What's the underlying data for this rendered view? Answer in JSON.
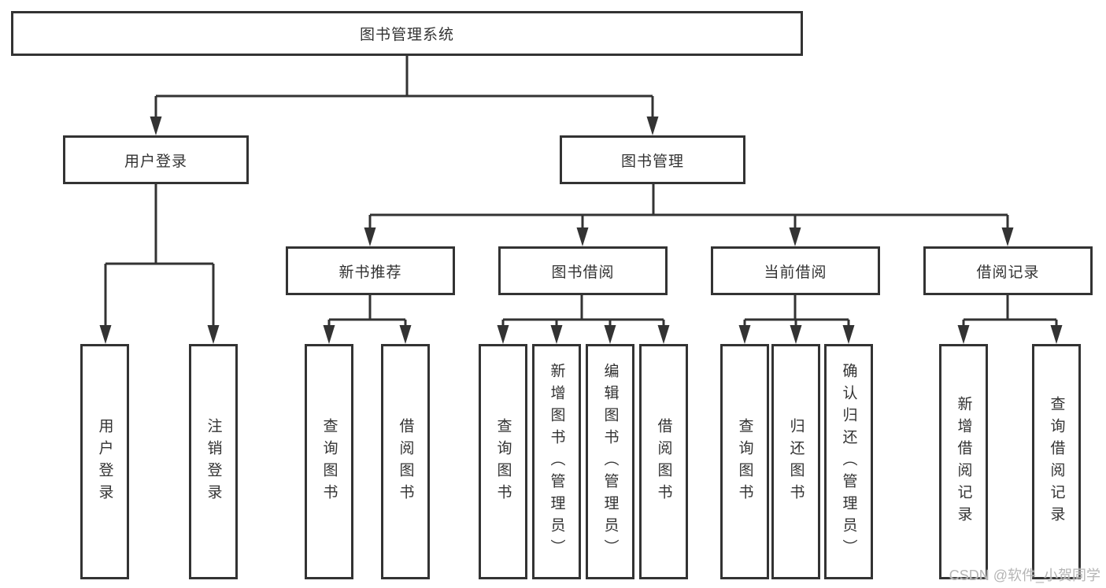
{
  "diagram": {
    "title": "图书管理系统",
    "watermark": "CSDN @软件_小贺同学",
    "colors": {
      "line": "#333333",
      "text": "#333333",
      "box_background": "#ffffff",
      "watermark": "#b5b5b5"
    },
    "nodes": {
      "root": "图书管理系统",
      "user_login": "用户登录",
      "book_management": "图书管理",
      "new_book_recommend": "新书推荐",
      "book_borrow": "图书借阅",
      "current_borrow": "当前借阅",
      "borrow_records": "借阅记录",
      "login": "用户登录",
      "logout": "注销登录",
      "rec_query_books": "查询图书",
      "rec_borrow_books": "借阅图书",
      "bor_query_books": "查询图书",
      "bor_add_books": "新增图书（管理员）",
      "bor_edit_books": "编辑图书（管理员）",
      "bor_borrow_books": "借阅图书",
      "cur_query_books": "查询图书",
      "cur_return_books": "归还图书",
      "cur_confirm_return": "确认归还（管理员）",
      "rec_add_record": "新增借阅记录",
      "rec_query_record": "查询借阅记录"
    }
  }
}
